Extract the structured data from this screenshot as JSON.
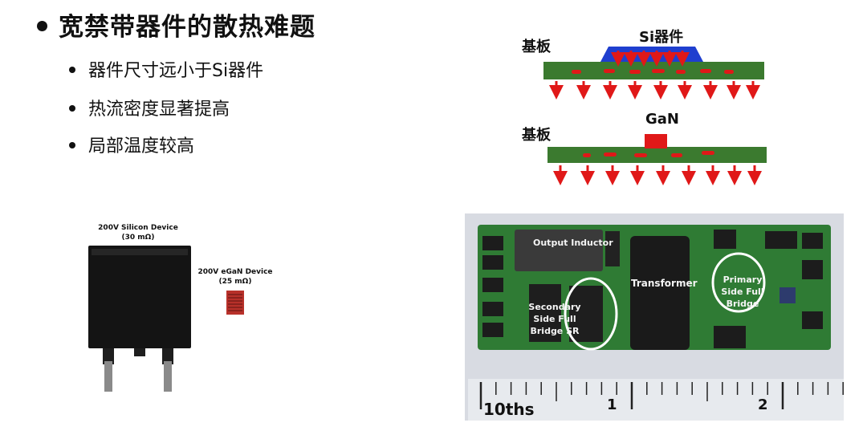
{
  "bullets": {
    "title": "宽禁带器件的散热难题",
    "items": [
      "器件尺寸远小于Si器件",
      "热流密度显著提高",
      "局部温度较高"
    ]
  },
  "diagram": {
    "top": {
      "substrate_label": "基板",
      "device_label": "Si器件"
    },
    "bottom": {
      "substrate_label": "基板",
      "device_label": "GaN"
    },
    "colors": {
      "substrate": "#3b7a2f",
      "si_device": "#1f3fcf",
      "gan_device": "#e01818",
      "heat_arrow": "#e01818"
    }
  },
  "device_photo": {
    "silicon_label": "200V Silicon Device",
    "silicon_value": "(30 mΩ)",
    "egan_label": "200V eGaN Device",
    "egan_value": "(25 mΩ)"
  },
  "pcb_photo": {
    "output_inductor": "Output Inductor",
    "transformer": "Transformer",
    "secondary_side": "Secondary Side Full Bridge SR",
    "primary_side": "Primary Side Full Bridge",
    "ruler_unit": "10ths",
    "ruler_marks": [
      "1",
      "2"
    ]
  }
}
